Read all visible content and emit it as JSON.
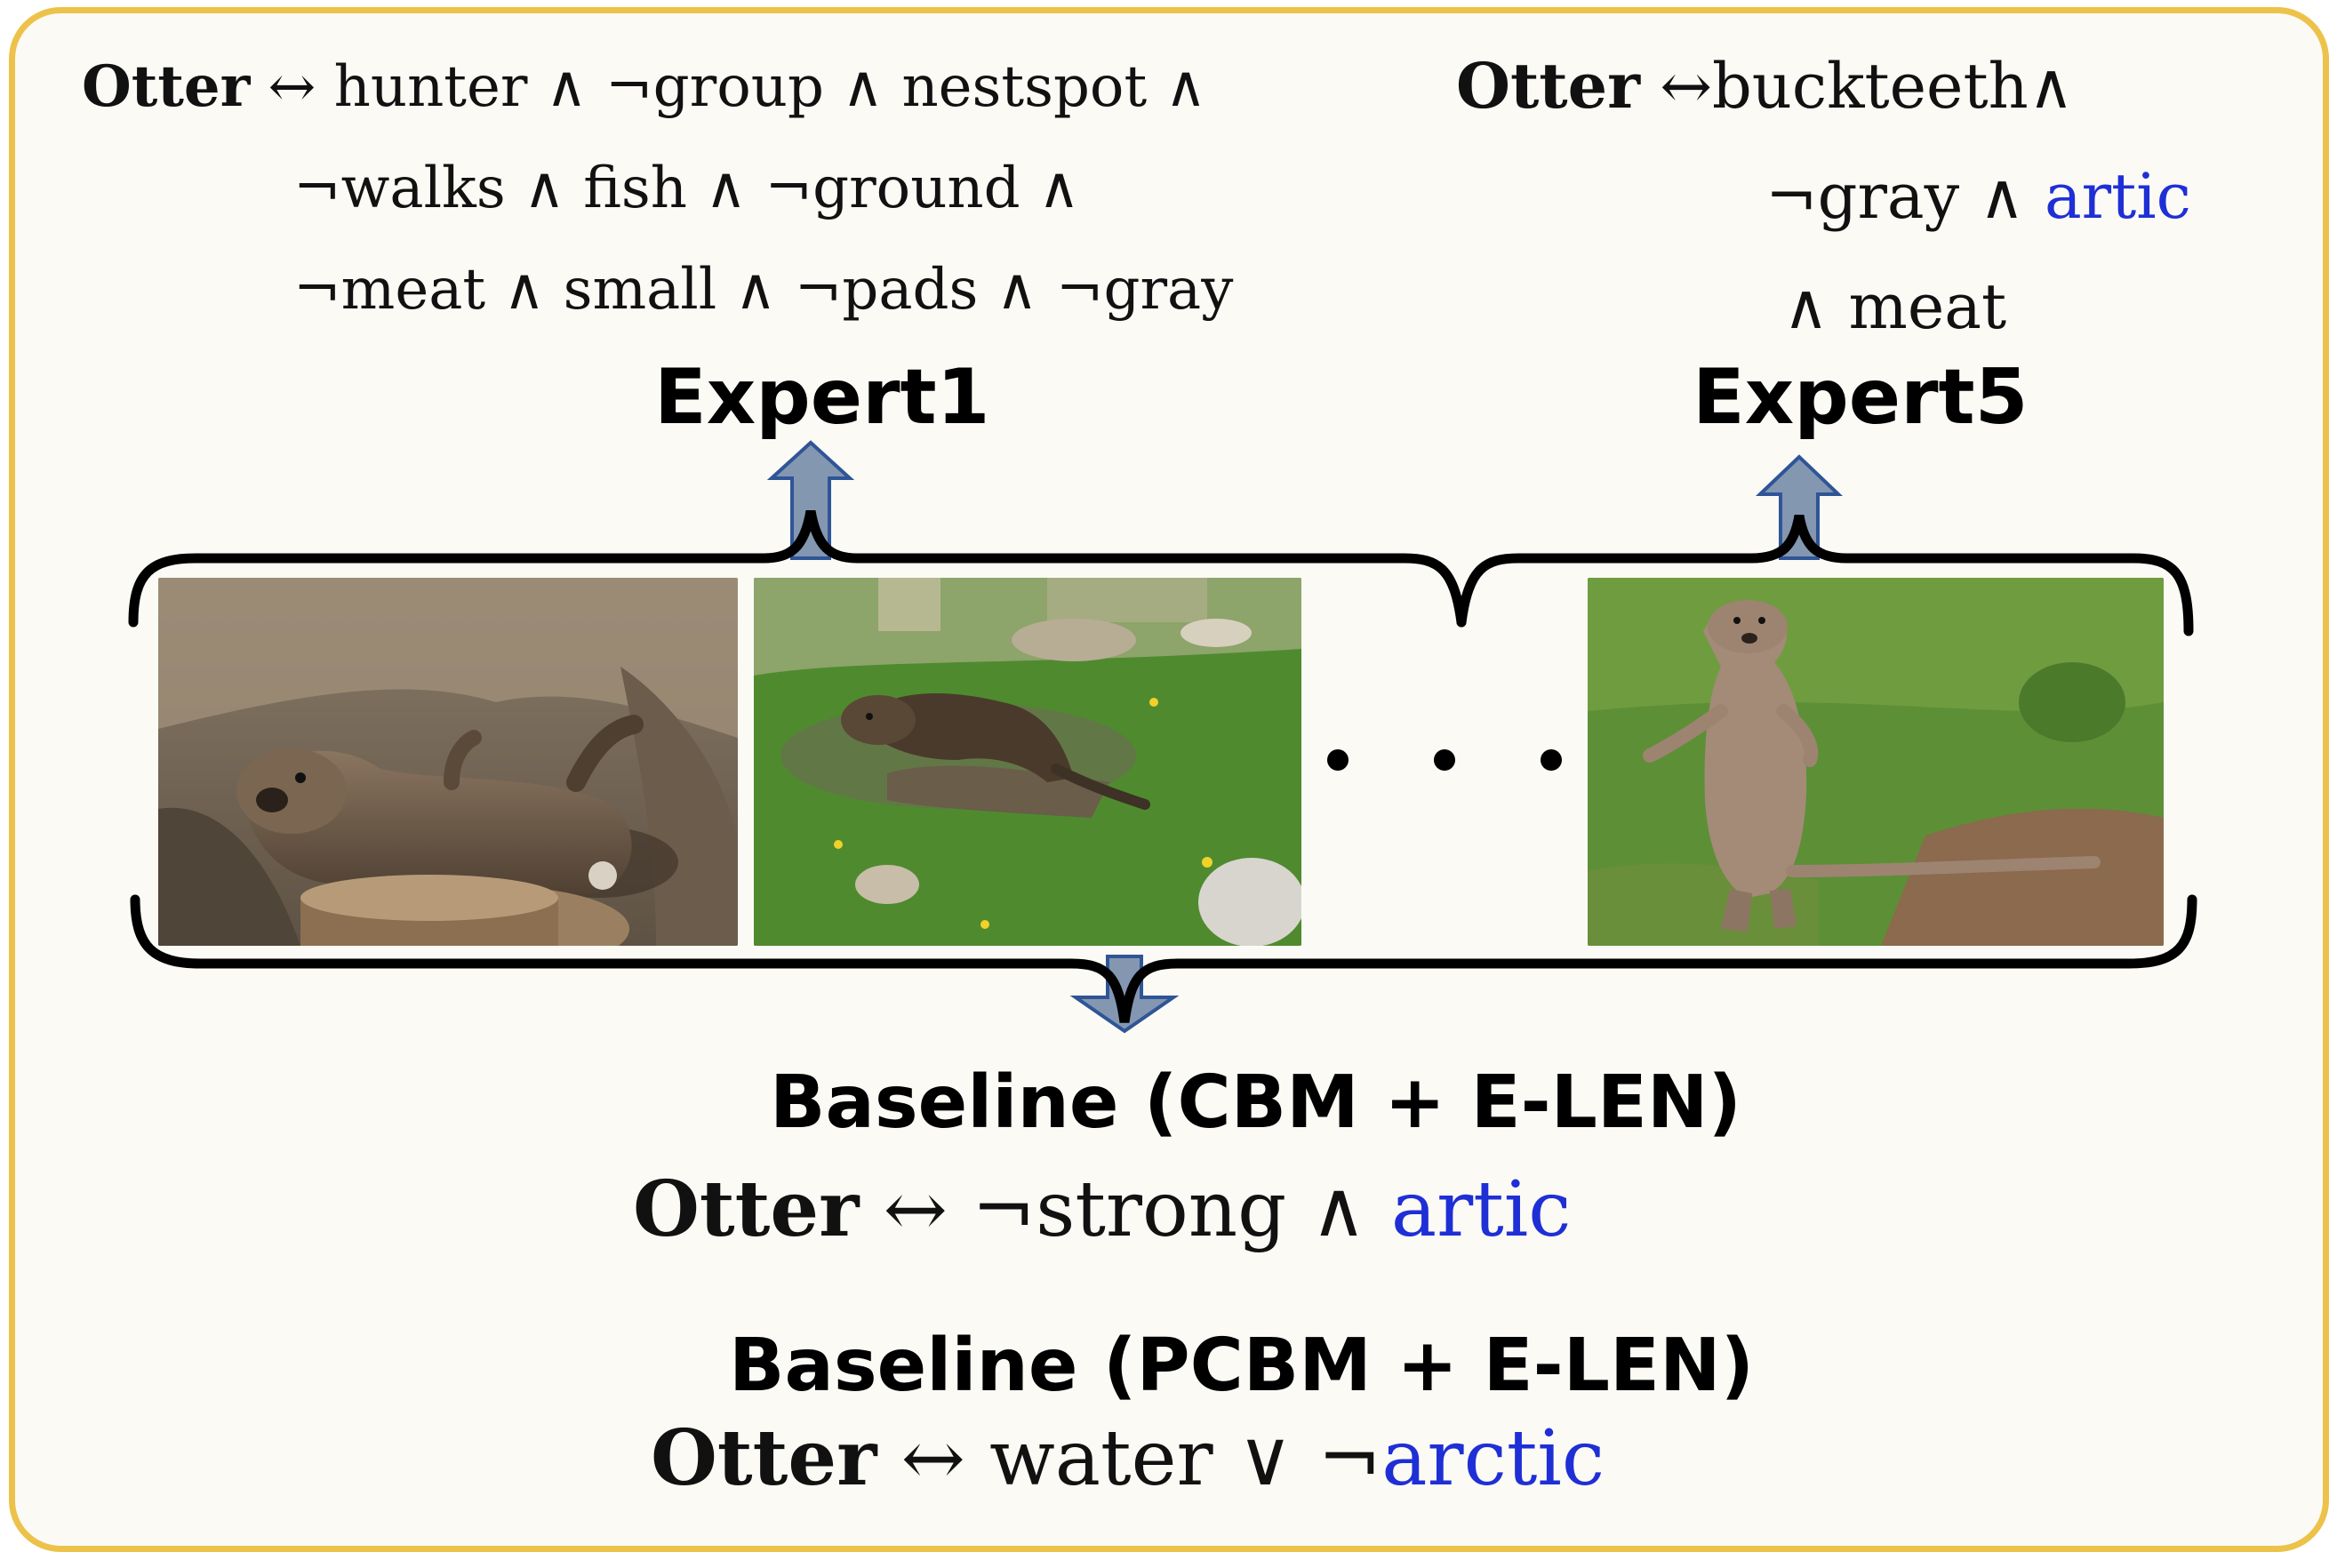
{
  "expert1": {
    "label": "Expert1",
    "rule": {
      "subject": "Otter",
      "line1": "↔ hunter ∧ ¬group ∧ nestspot ∧",
      "line2": "¬walks ∧ fish ∧ ¬ground ∧",
      "line3": "¬meat ∧ small ∧ ¬pads ∧ ¬gray"
    }
  },
  "expert5": {
    "label": "Expert5",
    "rule": {
      "subject": "Otter",
      "line1": "↔buckteeth∧",
      "line2_black": "¬gray ∧ ",
      "line2_blue": "artic",
      "line3": "∧ meat"
    }
  },
  "ellipsis": "• • •",
  "images": [
    {
      "name": "otter-lying-on-rock-photo"
    },
    {
      "name": "otter-on-grass-photo"
    },
    {
      "name": "otter-standing-photo"
    }
  ],
  "baseline_cbm": {
    "label": "Baseline (CBM + E-LEN)",
    "subject": "Otter",
    "rule_black": "↔ ¬strong ∧ ",
    "rule_blue": "artic"
  },
  "baseline_pcbm": {
    "label": "Baseline (PCBM + E-LEN)",
    "subject": "Otter",
    "rule_black": "↔ water ∨ ¬",
    "rule_blue": "arctic"
  },
  "colors": {
    "frame_border": "#ecc24a",
    "frame_fill": "#fbfaf5",
    "arrow_fill": "#8497b0",
    "arrow_stroke": "#2f5597",
    "highlight_text": "#1f2fd6"
  }
}
